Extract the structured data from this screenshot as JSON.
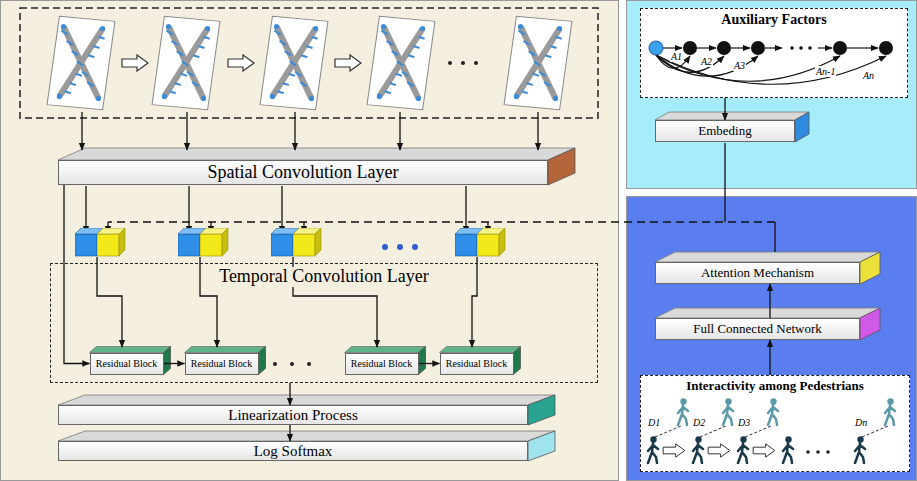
{
  "diagram": {
    "nodes": [
      {
        "text": [
          "Spatial Convolution Layer"
        ]
      },
      {
        "text": [
          "Temporal Convolution Layer"
        ]
      },
      {
        "text": [
          "Residual Block"
        ],
        "in": 1
      },
      {
        "text": [
          "Residual Block"
        ],
        "in": 1
      },
      {
        "text": [
          "Residual Block"
        ],
        "in": 1
      },
      {
        "text": [
          "Residual Block"
        ],
        "in": 1
      },
      {
        "text": [
          "Linearization Process"
        ]
      },
      {
        "text": [
          "Log Softmax"
        ]
      },
      {
        "text": [
          "Auxiliary Factors"
        ]
      },
      {
        "text": [
          "Embeding"
        ]
      },
      {
        "text": [
          "Attention Mechanism"
        ]
      },
      {
        "text": [
          "Full Connected Network"
        ]
      },
      {
        "text": [
          "Interactivity among Pedestrians"
        ]
      }
    ],
    "edges": [
      {
        "from": 0,
        "to": 2,
        "arrow": "to"
      },
      {
        "from": 2,
        "to": 3,
        "arrow": "to"
      },
      {
        "from": 4,
        "to": 5,
        "arrow": "to"
      },
      {
        "from": 1,
        "to": 6,
        "arrow": "to"
      },
      {
        "from": 6,
        "to": 7,
        "arrow": "to"
      },
      {
        "from": 8,
        "to": 9,
        "arrow": "to"
      },
      {
        "from": 12,
        "to": 11,
        "arrow": "to"
      },
      {
        "from": 11,
        "to": 10,
        "arrow": "to"
      }
    ],
    "labels": [
      "A1",
      "A2",
      "A3",
      "An-1",
      "An",
      "D1",
      "D2",
      "D3",
      "Dn"
    ]
  }
}
